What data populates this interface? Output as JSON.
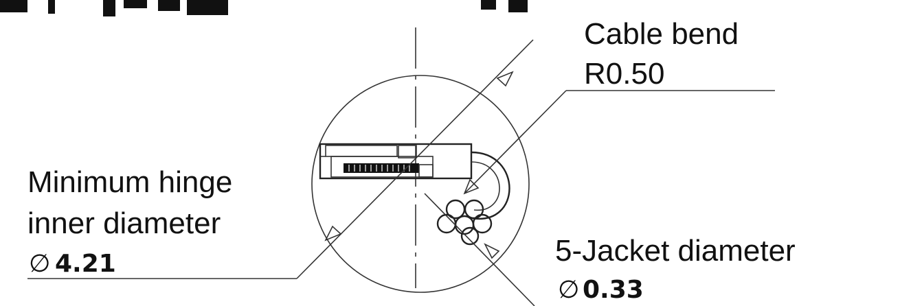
{
  "header": {
    "partial_title": "(  )（    ）"
  },
  "labels": {
    "cable_bend": {
      "line1": "Cable bend",
      "line2": "R0.50"
    },
    "hinge": {
      "line1": "Minimum hinge",
      "line2": "inner diameter",
      "symbol": "∅",
      "value": "4.21"
    },
    "jacket": {
      "line1": "5-Jacket diameter",
      "symbol": "∅",
      "value": "0.33"
    }
  },
  "colors": {
    "ink": "#111111",
    "line": "#333333",
    "background": "#ffffff"
  }
}
